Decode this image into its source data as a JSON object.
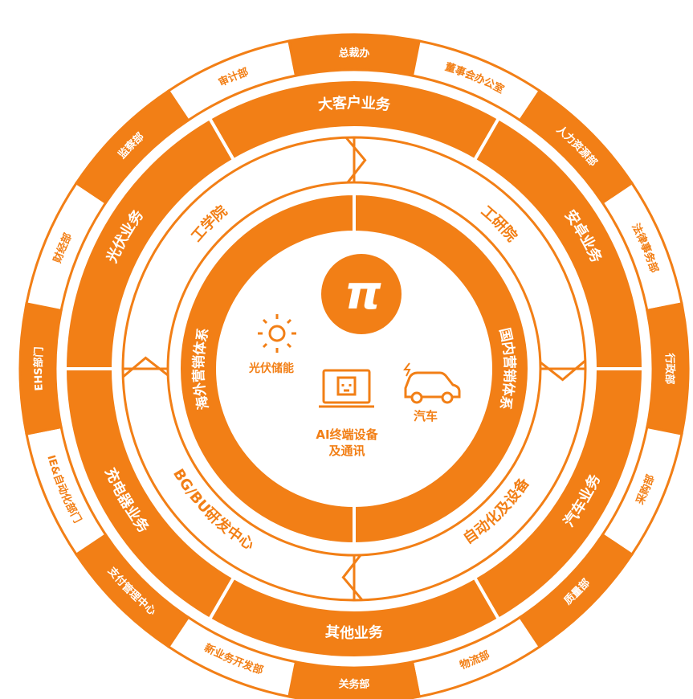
{
  "colors": {
    "orange": "#f27f16",
    "white": "#ffffff"
  },
  "outer_ring": [
    {
      "label": "总裁办",
      "fill": "orange"
    },
    {
      "label": "董事会办公室",
      "fill": "white"
    },
    {
      "label": "人力资源部",
      "fill": "orange"
    },
    {
      "label": "法律事务部",
      "fill": "white"
    },
    {
      "label": "行政部",
      "fill": "orange"
    },
    {
      "label": "采购部",
      "fill": "white"
    },
    {
      "label": "质量部",
      "fill": "orange"
    },
    {
      "label": "物流部",
      "fill": "white"
    },
    {
      "label": "关务部",
      "fill": "orange"
    },
    {
      "label": "新业务开发部",
      "fill": "white"
    },
    {
      "label": "支付管理中心",
      "fill": "orange"
    },
    {
      "label": "IE&自动化部门",
      "fill": "white"
    },
    {
      "label": "EHS部门",
      "fill": "orange"
    },
    {
      "label": "财经部",
      "fill": "white"
    },
    {
      "label": "监察部",
      "fill": "orange"
    },
    {
      "label": "审计部",
      "fill": "white"
    }
  ],
  "business_ring": [
    "大客户业务",
    "安卓业务",
    "汽车业务",
    "其他业务",
    "充电器业务",
    "光伏业务"
  ],
  "institute_ring": [
    "工研院",
    "自动化及设备",
    "BG/BU研发中心",
    "工学院"
  ],
  "marketing_ring": [
    "国内营销体系",
    "海外营销体系"
  ],
  "core": {
    "logo_symbol": "π",
    "solar_label": "光伏储能",
    "car_label": "汽车",
    "ai_label_line1": "AI终端设备",
    "ai_label_line2": "及通讯",
    "solar_icon": "sun-icon",
    "car_icon": "car-icon",
    "ai_icon": "laptop-icon"
  }
}
